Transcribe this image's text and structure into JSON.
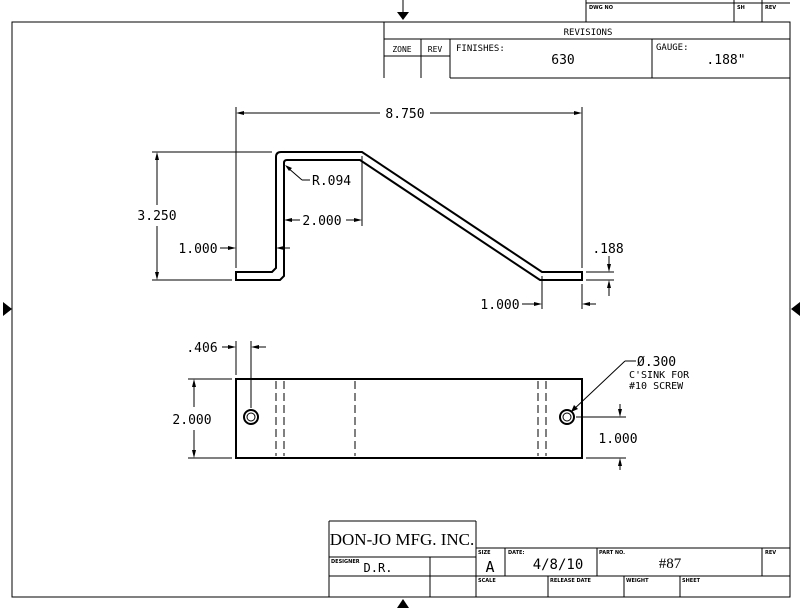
{
  "title_block_top": {
    "dwg_no_label": "DWG NO",
    "sh_label": "SH",
    "rev_label": "REV",
    "revisions_label": "REVISIONS",
    "zone_label": "ZONE",
    "rev_col_label": "REV",
    "finishes_label": "FINISHES:",
    "finishes_value": "630",
    "gauge_label": "GAUGE:",
    "gauge_value": ".188\""
  },
  "dimensions": {
    "overall_length": "8.750",
    "height": "3.250",
    "radius": "R.094",
    "top_flat": "2.000",
    "left_foot": "1.000",
    "thickness": ".188",
    "right_foot": "1.000",
    "hole_offset": ".406",
    "width": "2.000",
    "hole_spec_line1": "Ø.300",
    "hole_spec_line2": "C'SINK FOR",
    "hole_spec_line3": "#10 SCREW",
    "hole_from_edge": "1.000"
  },
  "title_block_bottom": {
    "company": "DON-JO MFG. INC.",
    "designer_label": "DESIGNER",
    "designer_value": "D.R.",
    "size_label": "SIZE",
    "size_value": "A",
    "date_label": "DATE:",
    "date_value": "4/8/10",
    "part_no_label": "PART NO.",
    "part_no_value": "#87",
    "rev_label": "REV",
    "scale_label": "SCALE",
    "release_date_label": "RELEASE DATE",
    "weight_label": "WEIGHT",
    "sheet_label": "SHEET"
  }
}
